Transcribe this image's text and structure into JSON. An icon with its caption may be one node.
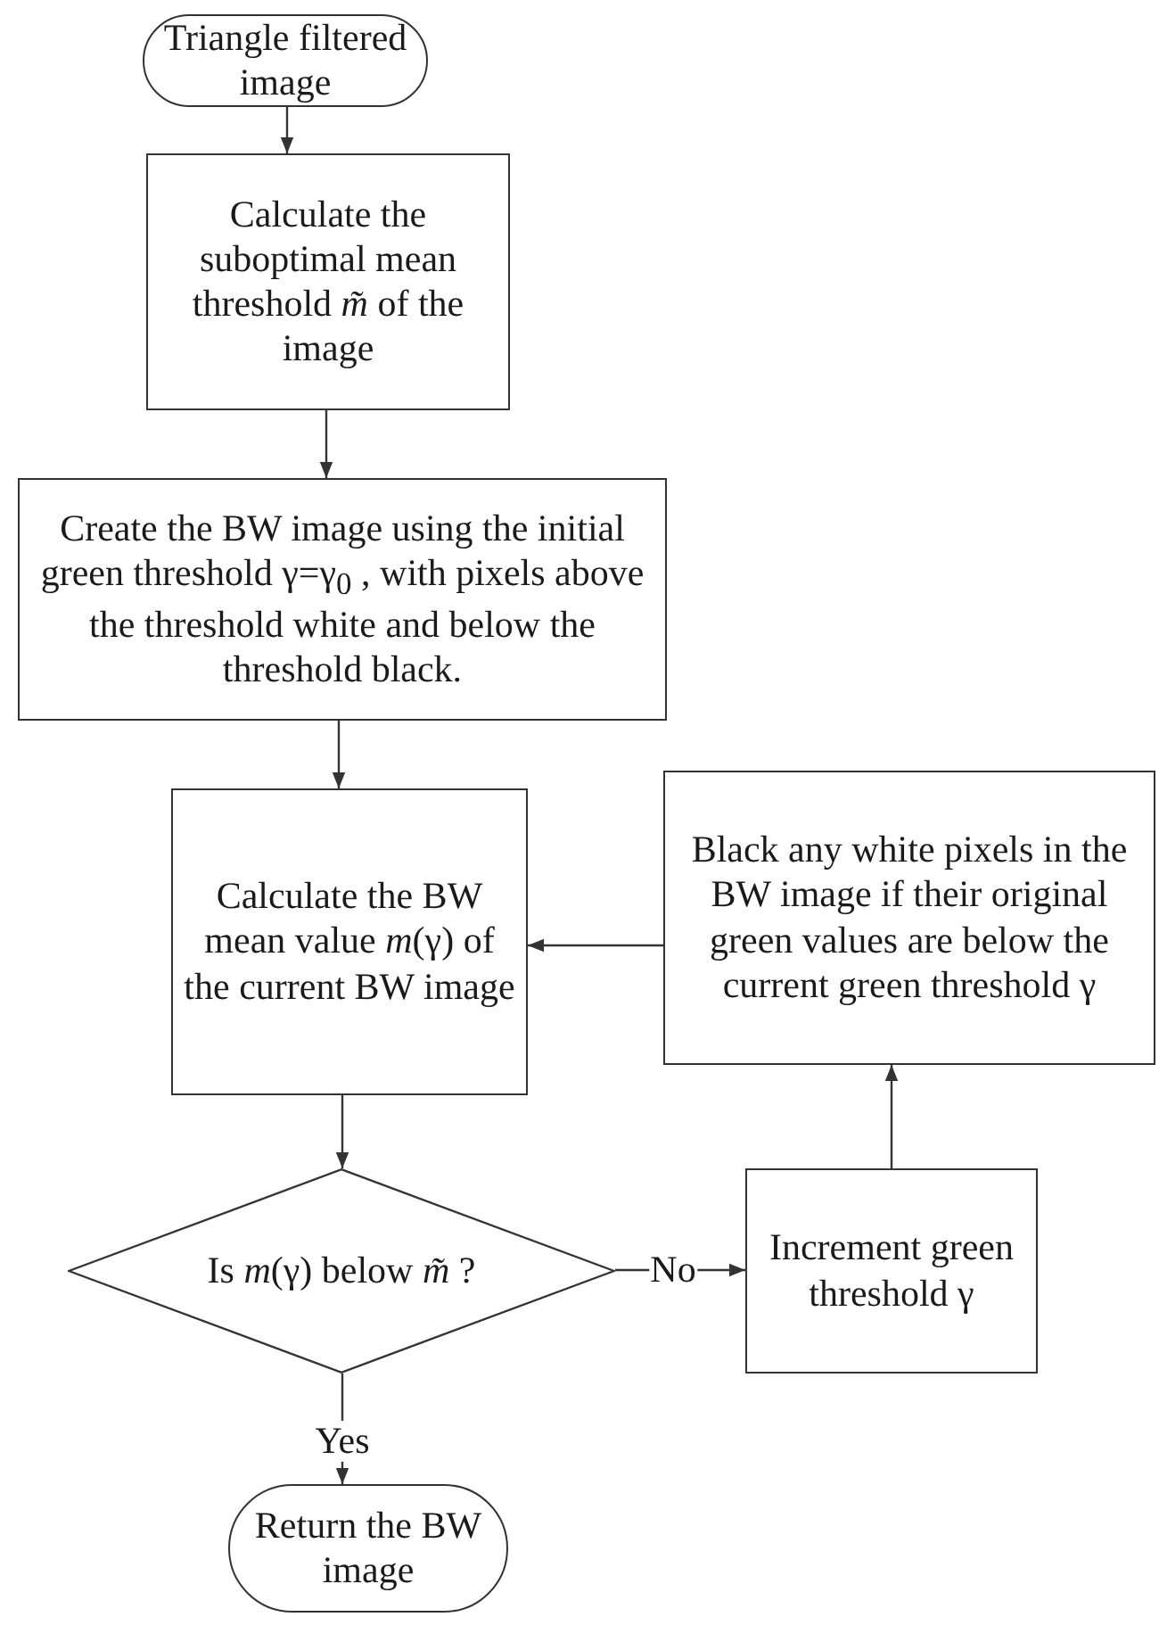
{
  "diagram": {
    "nodes": [
      {
        "text": [
          "Triangle filtered image"
        ]
      },
      {
        "text": [
          "Calculate the suboptimal mean threshold *m̃* of the image"
        ]
      },
      {
        "text": [
          "Create the BW image using  the initial green threshold γ=γ$_{0}$ , with pixels above the threshold white and below the threshold black."
        ]
      },
      {
        "text": [
          "Calculate the BW mean value *m*(γ) of the current BW image"
        ]
      },
      {
        "text": [
          "Black any white pixels in the BW image if their original green values are below the current green threshold γ"
        ]
      },
      {
        "text": [
          "Is *m*(γ) below *m̃* ?"
        ]
      },
      {
        "text": [
          "Increment green threshold γ"
        ]
      },
      {
        "text": [
          "Return the BW image"
        ]
      }
    ],
    "edges": [
      {
        "from": 0,
        "to": 1,
        "arrow": "to"
      },
      {
        "from": 1,
        "to": 2,
        "arrow": "to"
      },
      {
        "from": 2,
        "to": 3,
        "arrow": "to"
      },
      {
        "from": 3,
        "to": 5,
        "arrow": "to"
      },
      {
        "from": 5,
        "to": 6,
        "arrow": "to",
        "label": "No"
      },
      {
        "from": 6,
        "to": 4,
        "arrow": "to"
      },
      {
        "from": 4,
        "to": 3,
        "arrow": "to"
      },
      {
        "from": 5,
        "to": 7,
        "arrow": "to",
        "label": "Yes"
      }
    ]
  }
}
